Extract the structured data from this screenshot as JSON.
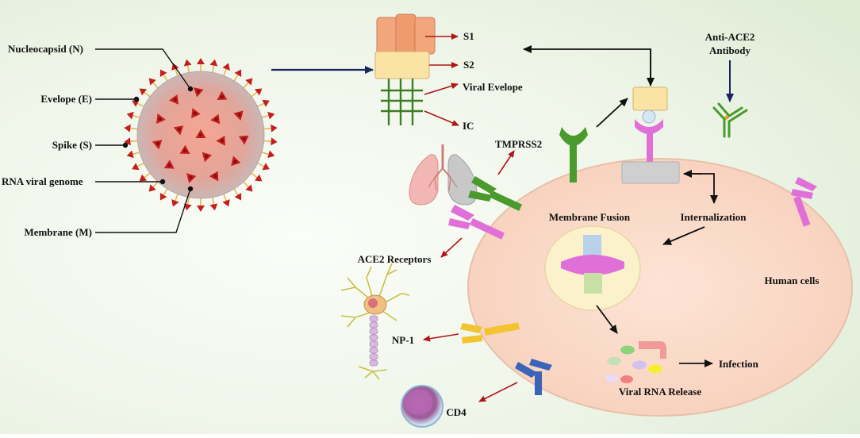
{
  "virus_labels": {
    "nucleocapsid": "Nucleocapsid (N)",
    "envelope": "Evelope (E)",
    "spike": "Spike (S)",
    "rna_genome": "RNA viral genome",
    "membrane": "Membrane (M)"
  },
  "spike_labels": {
    "s1": "S1",
    "s2": "S2",
    "viral_envelope": "Viral Evelope",
    "ic": "IC"
  },
  "receptor_labels": {
    "tmprss2": "TMPRSS2",
    "ace2_receptors": "ACE2 Receptors",
    "np1": "NP-1",
    "cd4": "CD4"
  },
  "antibody_label": {
    "line1": "Anti-ACE2",
    "line2": "Antibody"
  },
  "process_labels": {
    "membrane_fusion": "Membrane Fusion",
    "internalization": "Internalization",
    "human_cells": "Human cells",
    "viral_rna_release": "Viral RNA Release",
    "infection": "Infection"
  },
  "colors": {
    "arrow_red": "#b01515",
    "arrow_navy": "#1a2560",
    "spike_red": "#c41e1e",
    "cell_fill": "#fbdccb",
    "ace2_pink": "#e070d8",
    "tmprss2_green": "#4a9a2e",
    "np1_yellow": "#f2c430",
    "cd4_blue": "#3a64b8"
  }
}
